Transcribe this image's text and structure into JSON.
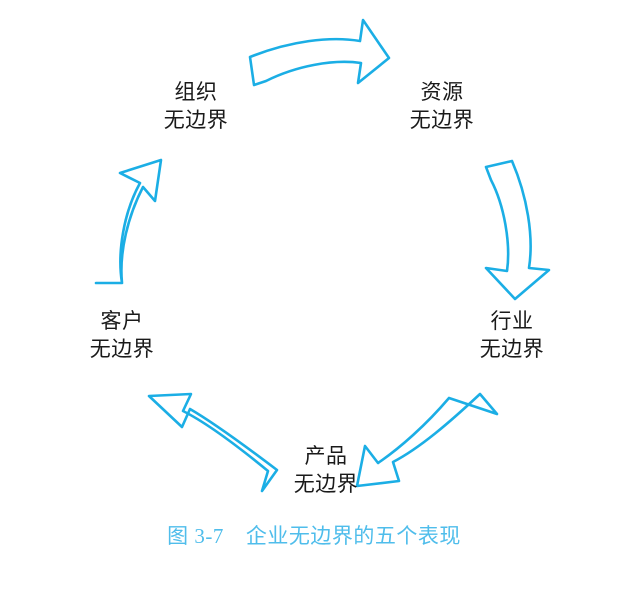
{
  "figure": {
    "caption_number": "图 3-7",
    "caption_title": "企业无边界的五个表现",
    "accent_color": "#1BAEE5",
    "caption_color": "#4FBDEB",
    "label_color": "#1a1a1a",
    "background_color": "#ffffff"
  },
  "diagram": {
    "type": "cycle",
    "direction": "clockwise",
    "node_count": 5,
    "arrow_count": 5,
    "nodes": [
      {
        "id": "organization",
        "line1": "组织",
        "line2": "无边界",
        "position": "top-left"
      },
      {
        "id": "resource",
        "line1": "资源",
        "line2": "无边界",
        "position": "top-right"
      },
      {
        "id": "industry",
        "line1": "行业",
        "line2": "无边界",
        "position": "right"
      },
      {
        "id": "product",
        "line1": "产品",
        "line2": "无边界",
        "position": "bottom"
      },
      {
        "id": "customer",
        "line1": "客户",
        "line2": "无边界",
        "position": "left"
      }
    ],
    "arrows": [
      {
        "id": "arrow-organization-to-resource",
        "from": "organization",
        "to": "resource",
        "direction": "right"
      },
      {
        "id": "arrow-resource-to-industry",
        "from": "resource",
        "to": "industry",
        "direction": "down"
      },
      {
        "id": "arrow-industry-to-product",
        "from": "industry",
        "to": "product",
        "direction": "down-left"
      },
      {
        "id": "arrow-product-to-customer",
        "from": "product",
        "to": "customer",
        "direction": "up-left"
      },
      {
        "id": "arrow-customer-to-organization",
        "from": "customer",
        "to": "organization",
        "direction": "up-right"
      }
    ]
  }
}
